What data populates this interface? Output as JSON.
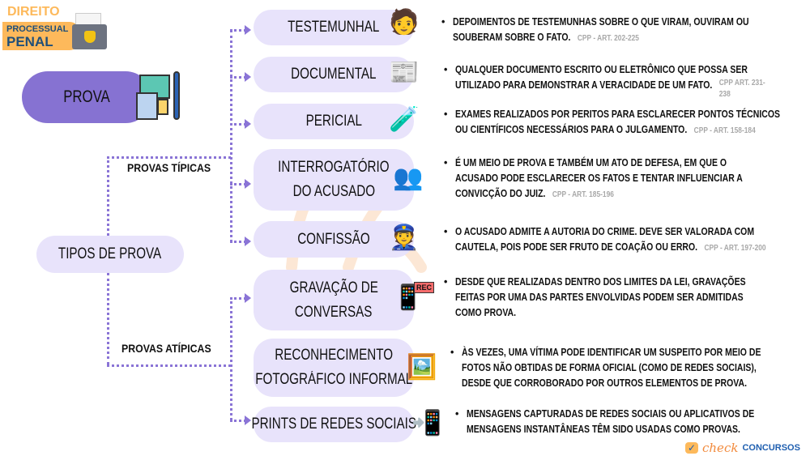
{
  "header": {
    "line1": "DIREITO",
    "line2": "PROCESSUAL",
    "line3": "PENAL"
  },
  "root": {
    "label": "PROVA"
  },
  "types": {
    "label": "TIPOS DE PROVA",
    "typical": "PROVAS TÍPICAS",
    "atypical": "PROVAS ATÍPICAS"
  },
  "colors": {
    "accent": "#8a74d6",
    "node": "#e8e3fb",
    "header": "#fdb95b",
    "headerText": "#1f4f79"
  },
  "items": [
    {
      "label": "TESTEMUNHAL",
      "lines": [
        "DEPOIMENTOS DE TESTEMUNHAS SOBRE O QUE VIRAM, OUVIRAM OU",
        "SOUBERAM SOBRE O FATO."
      ],
      "ref": "CPP - ART. 202-225",
      "icon": "witness-icon"
    },
    {
      "label": "DOCUMENTAL",
      "lines": [
        "QUALQUER DOCUMENTO ESCRITO OU ELETRÔNICO QUE POSSA SER",
        "UTILIZADO PARA DEMONSTRAR A VERACIDADE DE UM FATO."
      ],
      "ref": "CPP ART. 231-238",
      "icon": "document-icon"
    },
    {
      "label": "PERICIAL",
      "lines": [
        "EXAMES REALIZADOS POR PERITOS PARA ESCLARECER PONTOS TÉCNICOS",
        "OU CIENTÍFICOS NECESSÁRIOS PARA O JULGAMENTO."
      ],
      "ref": "CPP - ART. 158-184",
      "icon": "evidence-bag-icon"
    },
    {
      "label": "INTERROGATÓRIO DO ACUSADO",
      "label1": "INTERROGATÓRIO",
      "label2": "DO ACUSADO",
      "lines": [
        "É UM MEIO DE PROVA E TAMBÉM UM ATO DE DEFESA, EM QUE O",
        "ACUSADO PODE ESCLARECER OS FATOS E TENTAR INFLUENCIAR A",
        "CONVICÇÃO DO JUIZ."
      ],
      "ref": "CPP - ART. 185-196",
      "icon": "interrogation-icon"
    },
    {
      "label": "CONFISSÃO",
      "lines": [
        "O ACUSADO ADMITE A AUTORIA DO CRIME. DEVE SER VALORADA COM",
        "CAUTELA, POIS PODE SER FRUTO DE COAÇÃO OU ERRO."
      ],
      "ref": "CPP - ART. 197-200",
      "icon": "confession-icon"
    },
    {
      "label1": "GRAVAÇÃO DE",
      "label2": "CONVERSAS",
      "lines": [
        "DESDE QUE REALIZADAS DENTRO DOS LIMITES DA LEI, GRAVAÇÕES",
        "FEITAS POR UMA DAS PARTES ENVOLVIDAS PODEM SER ADMITIDAS",
        "COMO PROVA."
      ],
      "rec": "REC",
      "icon": "recording-phone-icon"
    },
    {
      "label1": "RECONHECIMENTO",
      "label2": "FOTOGRÁFICO INFORMAL",
      "lines": [
        "ÀS VEZES, UMA VÍTIMA PODE IDENTIFICAR UM SUSPEITO POR MEIO DE",
        "FOTOS NÃO OBTIDAS DE FORMA OFICIAL (COMO DE REDES SOCIAIS),",
        "DESDE QUE CORROBORADO POR OUTROS ELEMENTOS DE PROVA."
      ],
      "icon": "photo-id-icon"
    },
    {
      "label": "PRINTS DE REDES SOCIAIS",
      "lines": [
        "MENSAGENS CAPTURADAS DE REDES SOCIAIS OU APLICATIVOS DE",
        "MENSAGENS INSTANTÂNEAS TÊM SIDO USADAS COMO PROVAS."
      ],
      "icon": "phone-hand-icon"
    }
  ],
  "brand": {
    "script": "check",
    "name": "CONCURSOS"
  }
}
